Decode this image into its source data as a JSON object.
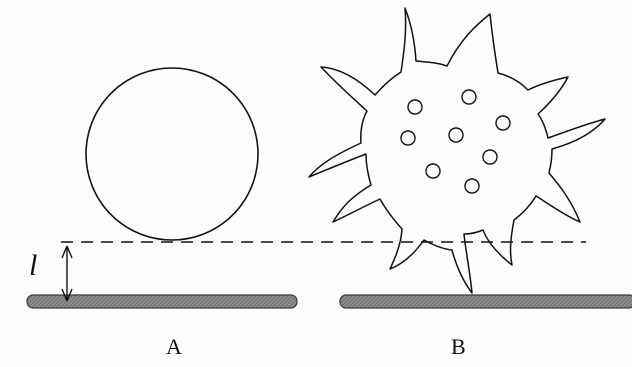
{
  "diagram": {
    "labels": {
      "distance": "l",
      "panel_a": "A",
      "panel_b": "B"
    },
    "colors": {
      "ink": "#111111",
      "surface_fill": "#8c8c8c",
      "background": "#fdfdfc"
    },
    "icons": {
      "arrow": "double-headed-arrow"
    }
  }
}
